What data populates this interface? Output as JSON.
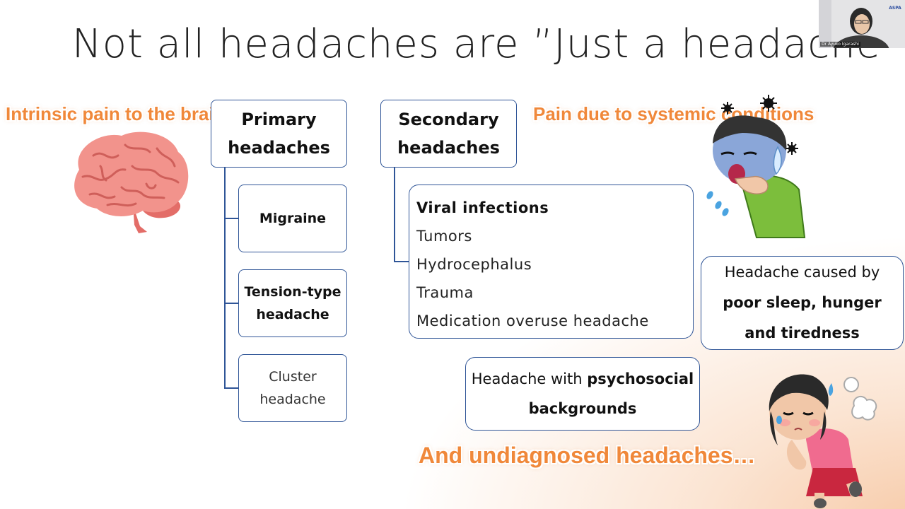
{
  "slide": {
    "title": "Not all headaches are ”Just a headache",
    "labels": {
      "intrinsic": "Intrinsic pain to the brain",
      "systemic": "Pain due to systemic conditions",
      "undiagnosed": "And undiagnosed headaches…"
    },
    "primary": {
      "title_line1": "Primary",
      "title_line2": "headaches",
      "items": [
        {
          "line1": "Migraine"
        },
        {
          "line1": "Tension-type",
          "line2": "headache"
        },
        {
          "line1": "Cluster",
          "line2": "headache"
        }
      ]
    },
    "secondary": {
      "title_line1": "Secondary",
      "title_line2": "headaches",
      "items": [
        "Viral infections",
        "Tumors",
        "Hydrocephalus",
        "Trauma",
        "Medication overuse headache"
      ]
    },
    "poor_sleep": {
      "line1": "Headache caused by",
      "line2": "poor sleep, hunger",
      "line3": "and tiredness"
    },
    "psychosocial": {
      "prefix": "Headache with ",
      "bold": "psychosocial",
      "line2": "backgrounds"
    }
  },
  "video": {
    "presenter_name": "Dr Ayuko Igarashi",
    "logo_text": "ASPA"
  },
  "colors": {
    "box_border": "#2f5597",
    "accent_orange": "#f0883a",
    "brain_pink": "#f2938c"
  },
  "icons": [
    "brain-icon",
    "sick-boy-icon",
    "tired-girl-icon",
    "virus-icon"
  ]
}
